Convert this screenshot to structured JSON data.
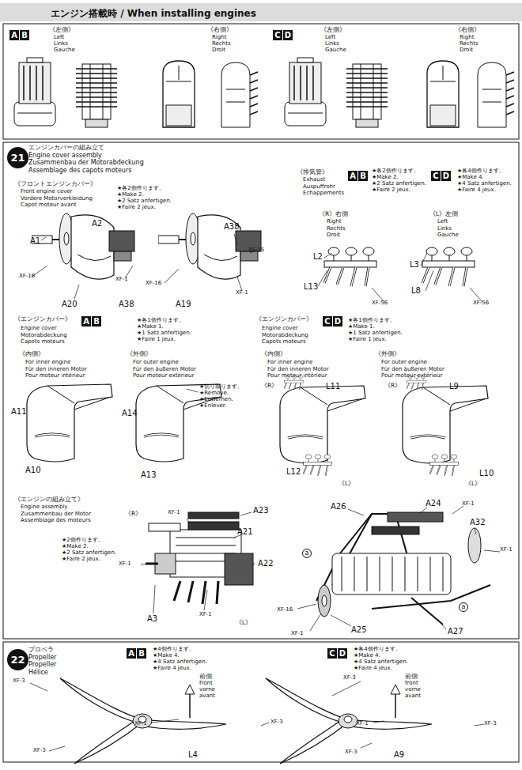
{
  "diagram": {
    "nodes": [
      {
        "text": [
          "エンジン搭載時 / When installing engines"
        ]
      },
      {
        "text": [
          "21"
        ]
      },
      {
        "text": [
          "22"
        ]
      }
    ],
    "labels": [
      "A",
      "B",
      "《左側》",
      "Left",
      "Links",
      "Gauche",
      "《右側》",
      "Right",
      "Rechts",
      "Droit",
      "C",
      "D",
      "《左側》",
      "Left",
      "Links",
      "Gauche",
      "《右側》",
      "Right",
      "Rechts",
      "Droit",
      "エンジンカバーの組み立て",
      "Engine cover assembly",
      "Zusammenbau der Motorabdeckung",
      "Assemblage des capots moteurs",
      "《フロントエンジンカバー》",
      "Front engine cover",
      "Vordere Motorverkleidung",
      "Capot moteur avant",
      "★各2個作ります。",
      "★Make 2.",
      "★2 Satz anfertigen.",
      "★Faire 2 jeux.",
      "A1",
      "A2",
      "XF-16",
      "A20",
      "XF-1",
      "A38",
      "A38",
      "XF-15",
      "XF-16",
      "A19",
      "XF-1",
      "《排気管》",
      "Exhaust",
      "Auspuffrohr",
      "Echappements",
      "A",
      "B",
      "★各2個作ります。",
      "★Make 2.",
      "★2 Satz anfertigen.",
      "★Faire 2 jeux.",
      "C",
      "D",
      "★各4個作ります。",
      "★Make 4.",
      "★4 Satz anfertigen.",
      "★Faire 4 jeux.",
      "《R》右側",
      "Right",
      "Rechts",
      "Droit",
      "L2",
      "L13",
      "XF-56",
      "《L》左側",
      "Left",
      "Links",
      "Gauche",
      "L3",
      "L8",
      "XF-56",
      "《エンジンカバー》",
      "A",
      "B",
      "Engine cover",
      "Motorabdeckung",
      "Capots moteurs",
      "★各1個作ります。",
      "★Make 1.",
      "★1 Satz anfertigen.",
      "★Faire 1 jeux.",
      "《内側》",
      "For inner engine",
      "Für den inneren Motor",
      "Pour moteur intérieur",
      "A11",
      "A10",
      "《外側》",
      "For outer engine",
      "Für den äußeren Motor",
      "Pour moteur extérieur",
      "★切り取ります。",
      "★Remove.",
      "★Entfernen.",
      "★Enlever.",
      "A14",
      "A13",
      "《エンジンカバー》",
      "C",
      "D",
      "Engine cover",
      "Motorabdeckung",
      "Capots moteurs",
      "★各1個作ります。",
      "★Make 1.",
      "★1 Satz anfertigen.",
      "★Faire 1 jeux.",
      "《内側》",
      "For inner engine",
      "Für den inneren Motor",
      "Pour moteur intérieur",
      "《R》",
      "L11",
      "L12",
      "《L》",
      "《外側》",
      "For outer engine",
      "Für den äußeren Motor",
      "Pour moteur extérieur",
      "《R》",
      "L9",
      "L10",
      "《L》",
      "《エンジンの組み立て》",
      "Engine assembly",
      "Zusammenbau der Motor",
      "Assemblage des moteurs",
      "★2個作ります。",
      "★Make 2.",
      "★2 Satz anfertigen.",
      "★Faire 2 jeux.",
      "《R》",
      "XF-1",
      "A23",
      "A21",
      "XF-1",
      "A22",
      "A3",
      "XF-1",
      "《L》",
      "A26",
      "A24",
      "XF-1",
      "A32",
      "XF-1",
      "a",
      "a",
      "XF-16",
      "XF-1",
      "A25",
      "A27",
      "プロペラ",
      "Propeller",
      "Propeller",
      "Hélice",
      "A",
      "B",
      "★4個作ります。",
      "★Make 4.",
      "★4 Satz anfertigen.",
      "★Faire 4 jeux.",
      "C",
      "D",
      "★各4個作ります。",
      "★Make 4.",
      "★4 Satz anfertigen.",
      "★Faire 4 jeux.",
      "XF-3",
      "前側",
      "front",
      "vorne",
      "avant",
      "XF-1",
      "XF-3",
      "XF-3",
      "L4",
      "XF-3",
      "前側",
      "front",
      "vorne",
      "avant",
      "XF-1",
      "XF-3",
      "XF-3",
      "A9"
    ]
  }
}
